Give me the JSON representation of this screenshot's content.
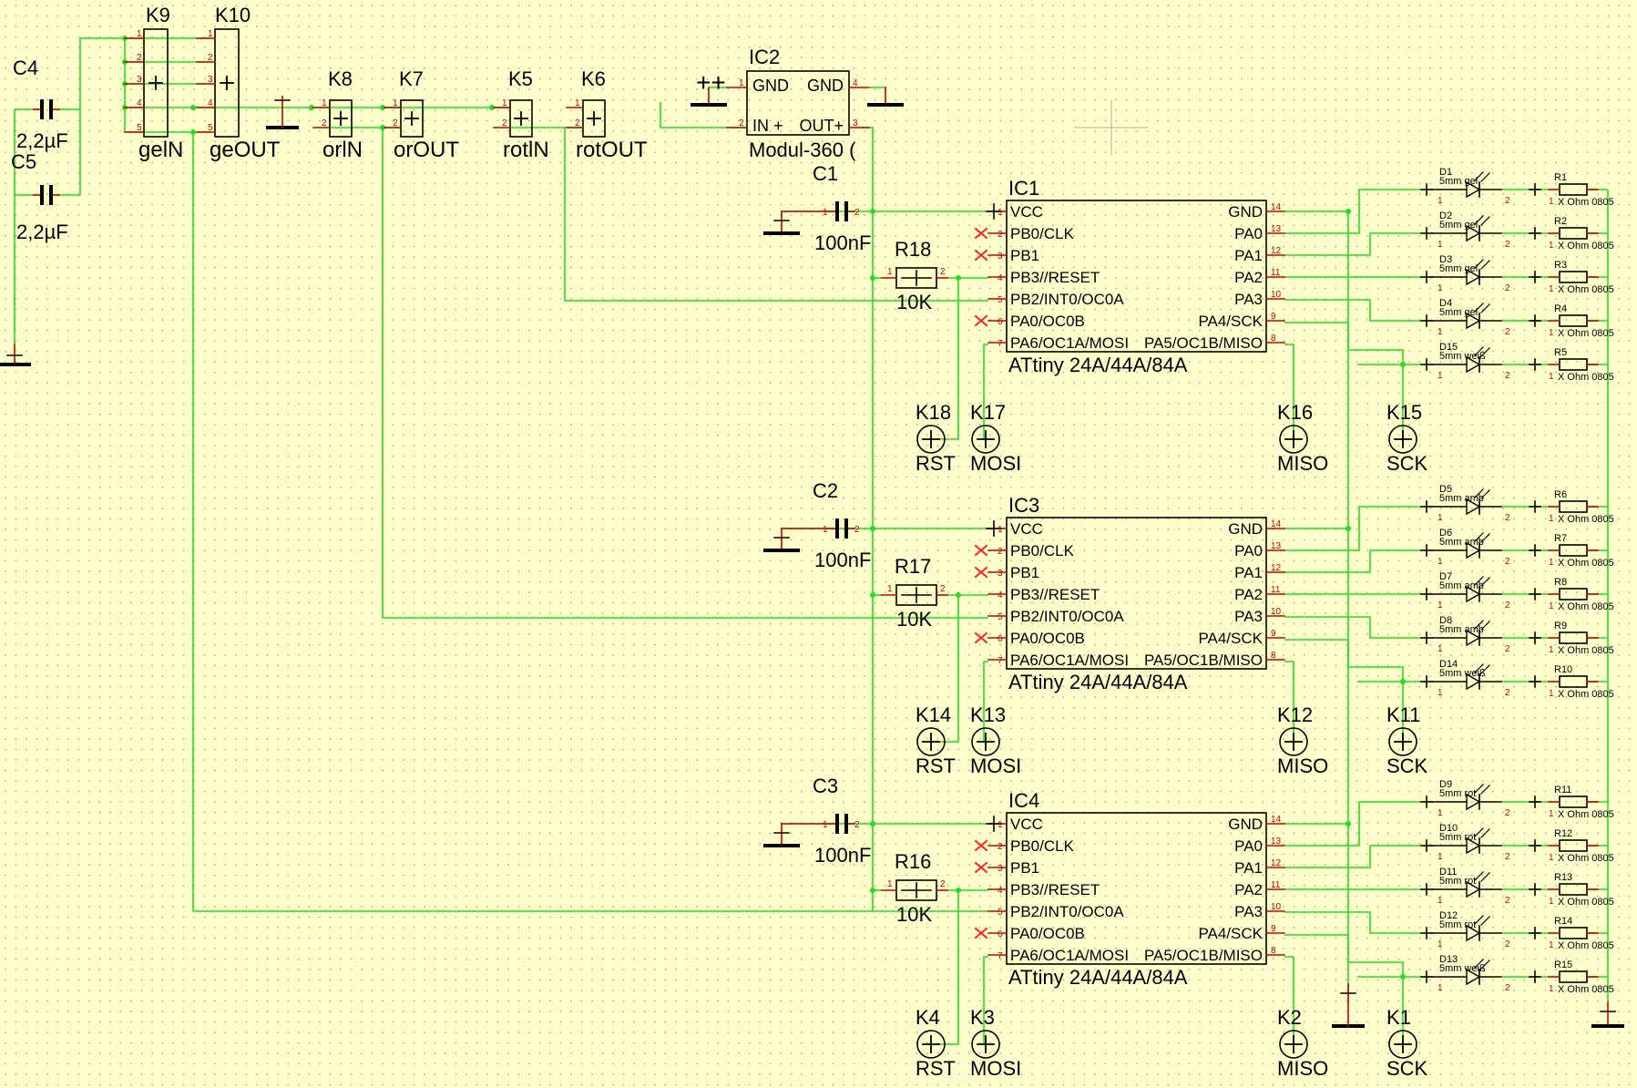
{
  "colors": {
    "background": "#ffffcc",
    "grid_dot": "#a8a890",
    "wire": "#22dd22",
    "outline": "#000000",
    "pin": "#cc0000",
    "pin_number": "#cc0000",
    "nc_cross": "#ff2222",
    "junction": "#22dd22"
  },
  "caps_top": [
    {
      "name": "C4",
      "value": "2,2µF"
    },
    {
      "name": "C5",
      "value": "2,2µF"
    }
  ],
  "connectors_top": {
    "K9": {
      "name": "K9",
      "label": "gelN"
    },
    "K10": {
      "name": "K10",
      "label": "geOUT"
    },
    "K8": {
      "name": "K8",
      "label": "orlN"
    },
    "K7": {
      "name": "K7",
      "label": "orOUT"
    },
    "K5": {
      "name": "K5",
      "label": "rotlN"
    },
    "K6": {
      "name": "K6",
      "label": "rotOUT"
    },
    "k9_pins": [
      "1",
      "2",
      "3",
      "4",
      "5"
    ],
    "k10_pins": [
      "1",
      "2",
      "3",
      "4",
      "5"
    ],
    "small_pins": [
      "1",
      "2"
    ]
  },
  "ic2": {
    "name": "IC2",
    "value": "Modul-360 (",
    "pins": {
      "gnd_l": "GND",
      "gnd_r": "GND",
      "in": "IN +",
      "out": "OUT+"
    },
    "pin_numbers": [
      "1",
      "4",
      "2",
      "3"
    ],
    "supply_symbol": "++"
  },
  "ic_pins_left": [
    {
      "label": "VCC",
      "num": "1"
    },
    {
      "label": "PB0/CLK",
      "num": "2"
    },
    {
      "label": "PB1",
      "num": "3"
    },
    {
      "label": "PB3//RESET",
      "num": "4"
    },
    {
      "label": "PB2/INT0/OC0A",
      "num": "5"
    },
    {
      "label": "PA0/OC0B",
      "num": "6"
    },
    {
      "label": "PA6/OC1A/MOSI",
      "num": "7"
    }
  ],
  "ic_pins_right": [
    {
      "label": "GND",
      "num": "14"
    },
    {
      "label": "PA0",
      "num": "13"
    },
    {
      "label": "PA1",
      "num": "12"
    },
    {
      "label": "PA2",
      "num": "11"
    },
    {
      "label": "PA3",
      "num": "10"
    },
    {
      "label": "PA4/SCK",
      "num": "9"
    },
    {
      "label": "PA5/OC1B/MISO",
      "num": "8"
    }
  ],
  "blocks": [
    {
      "ic": "IC1",
      "value": "ATtiny 24A/44A/84A",
      "cap": "C1",
      "cap_value": "100nF",
      "res": "R18",
      "res_value": "10K",
      "k_rst": "K18",
      "k_mosi": "K17",
      "k_miso": "K16",
      "k_sck": "K15",
      "leds": [
        {
          "d": "D1",
          "dv": "5mm gel",
          "r": "R1",
          "rv": "X Ohm 0805"
        },
        {
          "d": "D2",
          "dv": "5mm gel",
          "r": "R2",
          "rv": "X Ohm 0805"
        },
        {
          "d": "D3",
          "dv": "5mm gel",
          "r": "R3",
          "rv": "X Ohm 0805"
        },
        {
          "d": "D4",
          "dv": "5mm gel",
          "r": "R4",
          "rv": "X Ohm 0805"
        },
        {
          "d": "D15",
          "dv": "5mm weiß",
          "r": "R5",
          "rv": "X Ohm 0805"
        }
      ]
    },
    {
      "ic": "IC3",
      "value": "ATtiny 24A/44A/84A",
      "cap": "C2",
      "cap_value": "100nF",
      "res": "R17",
      "res_value": "10K",
      "k_rst": "K14",
      "k_mosi": "K13",
      "k_miso": "K12",
      "k_sck": "K11",
      "leds": [
        {
          "d": "D5",
          "dv": "5mm amb",
          "r": "R6",
          "rv": "X Ohm 0805"
        },
        {
          "d": "D6",
          "dv": "5mm amb",
          "r": "R7",
          "rv": "X Ohm 0805"
        },
        {
          "d": "D7",
          "dv": "5mm amb",
          "r": "R8",
          "rv": "X Ohm 0805"
        },
        {
          "d": "D8",
          "dv": "5mm amb",
          "r": "R9",
          "rv": "X Ohm 0805"
        },
        {
          "d": "D14",
          "dv": "5mm weiß",
          "r": "R10",
          "rv": "X Ohm 0805"
        }
      ]
    },
    {
      "ic": "IC4",
      "value": "ATtiny 24A/44A/84A",
      "cap": "C3",
      "cap_value": "100nF",
      "res": "R16",
      "res_value": "10K",
      "k_rst": "K4",
      "k_mosi": "K3",
      "k_miso": "K2",
      "k_sck": "K1",
      "leds": [
        {
          "d": "D9",
          "dv": "5mm rot",
          "r": "R11",
          "rv": "X Ohm 0805"
        },
        {
          "d": "D10",
          "dv": "5mm rot",
          "r": "R12",
          "rv": "X Ohm 0805"
        },
        {
          "d": "D11",
          "dv": "5mm rot",
          "r": "R13",
          "rv": "X Ohm 0805"
        },
        {
          "d": "D12",
          "dv": "5mm rot",
          "r": "R14",
          "rv": "X Ohm 0805"
        },
        {
          "d": "D13",
          "dv": "5mm weiß",
          "r": "R15",
          "rv": "X Ohm 0805"
        }
      ]
    }
  ],
  "pad_labels": {
    "rst": "RST",
    "mosi": "MOSI",
    "miso": "MISO",
    "sck": "SCK"
  },
  "pin_one": "1",
  "pin_two": "2"
}
